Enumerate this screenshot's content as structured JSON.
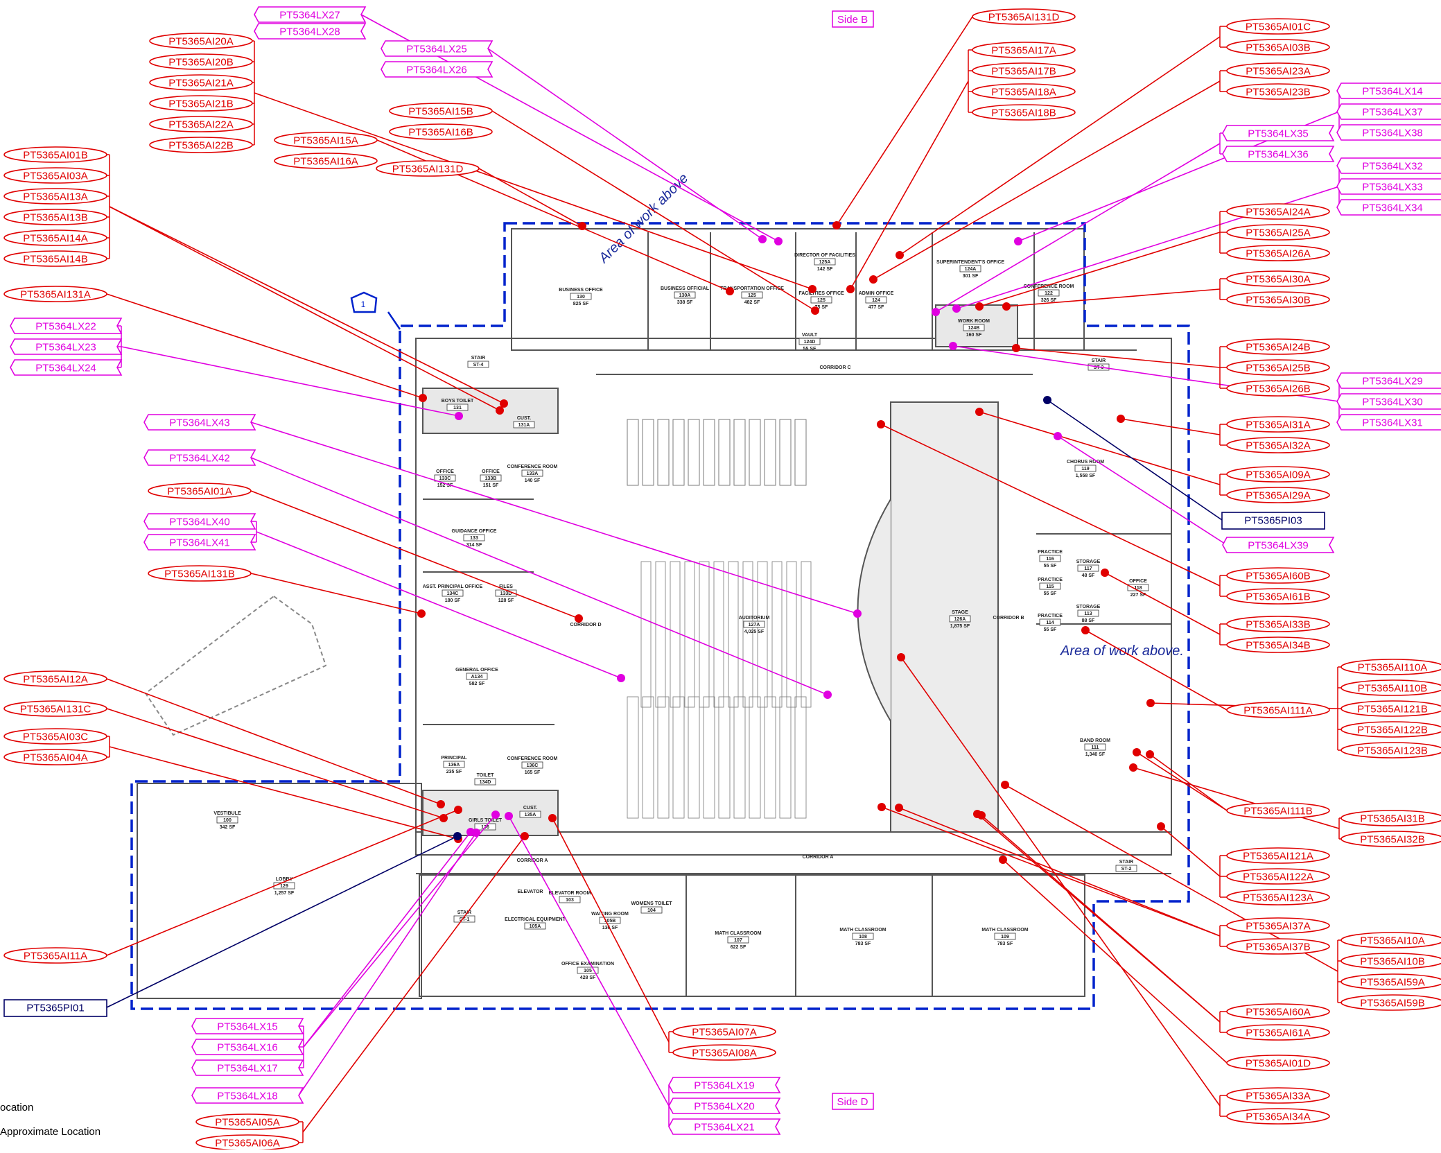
{
  "colors": {
    "ai": "#e00000",
    "lx": "#e000e0",
    "pi": "#000066",
    "boundary": "#0022cc",
    "plan": "#555555",
    "handwriting": "#1a2a9a"
  },
  "side_labels": {
    "top": "Side B",
    "bottom": "Side D"
  },
  "area_marker": "1",
  "handwritten": {
    "note1": "Area of work above",
    "note2": "Area of work above."
  },
  "legend_partial": [
    "ocation",
    "Approximate Location"
  ],
  "rooms": [
    {
      "id": "r1",
      "name": "BUSINESS OFFICE",
      "num": "130",
      "area": "825 SF"
    },
    {
      "id": "r2",
      "name": "BUSINESS OFFICIAL",
      "num": "130A",
      "area": "338 SF"
    },
    {
      "id": "r3",
      "name": "TRANSPORTATION OFFICE",
      "num": "125",
      "area": "482 SF"
    },
    {
      "id": "r4",
      "name": "DIRECTOR OF FACILITIES",
      "num": "125A",
      "area": "142 SF"
    },
    {
      "id": "r5",
      "name": "FACILITIES OFFICE",
      "num": "125",
      "area": "75 SF"
    },
    {
      "id": "r6",
      "name": "VAULT",
      "num": "124D",
      "area": "55 SF"
    },
    {
      "id": "r7",
      "name": "ADMIN OFFICE",
      "num": "124",
      "area": "477 SF"
    },
    {
      "id": "r8",
      "name": "SUPERINTENDENT'S OFFICE",
      "num": "124A",
      "area": "301 SF"
    },
    {
      "id": "r9",
      "name": "CONFERENCE ROOM",
      "num": "122",
      "area": "326 SF"
    },
    {
      "id": "r10",
      "name": "WORK ROOM",
      "num": "124B",
      "area": "160 SF"
    },
    {
      "id": "r11",
      "name": "CORRIDOR C",
      "num": "",
      "area": ""
    },
    {
      "id": "r12",
      "name": "STAIR",
      "num": "ST-4",
      "area": ""
    },
    {
      "id": "r13",
      "name": "STAIR",
      "num": "ST-3",
      "area": ""
    },
    {
      "id": "r14",
      "name": "OFFICE",
      "num": "133C",
      "area": "152 SF"
    },
    {
      "id": "r15",
      "name": "OFFICE",
      "num": "133B",
      "area": "151 SF"
    },
    {
      "id": "r16",
      "name": "CONFERENCE ROOM",
      "num": "133A",
      "area": "140 SF"
    },
    {
      "id": "r17",
      "name": "GUIDANCE OFFICE",
      "num": "133",
      "area": "314 SF"
    },
    {
      "id": "r18",
      "name": "ASST. PRINCIPAL OFFICE",
      "num": "134C",
      "area": "180 SF"
    },
    {
      "id": "r19",
      "name": "FILES",
      "num": "133D",
      "area": "128 SF"
    },
    {
      "id": "r20",
      "name": "CORRIDOR D",
      "num": "",
      "area": ""
    },
    {
      "id": "r21",
      "name": "GENERAL OFFICE",
      "num": "A134",
      "area": "582 SF"
    },
    {
      "id": "r22",
      "name": "PRINCIPAL",
      "num": "136A",
      "area": "235 SF"
    },
    {
      "id": "r23",
      "name": "CONFERENCE ROOM",
      "num": "136C",
      "area": "165 SF"
    },
    {
      "id": "r24",
      "name": "AUDITORIUM",
      "num": "127A",
      "area": "4,025 SF"
    },
    {
      "id": "r25",
      "name": "STAGE",
      "num": "126A",
      "area": "1,875 SF"
    },
    {
      "id": "r26",
      "name": "CORRIDOR B",
      "num": "",
      "area": ""
    },
    {
      "id": "r27",
      "name": "CHORUS ROOM",
      "num": "119",
      "area": "1,558 SF"
    },
    {
      "id": "r28",
      "name": "PRACTICE",
      "num": "116",
      "area": "55 SF"
    },
    {
      "id": "r29",
      "name": "PRACTICE",
      "num": "115",
      "area": "55 SF"
    },
    {
      "id": "r30",
      "name": "PRACTICE",
      "num": "114",
      "area": "55 SF"
    },
    {
      "id": "r31",
      "name": "STORAGE",
      "num": "117",
      "area": "48 SF"
    },
    {
      "id": "r32",
      "name": "OFFICE",
      "num": "118",
      "area": "227 SF"
    },
    {
      "id": "r33",
      "name": "STORAGE",
      "num": "113",
      "area": "88 SF"
    },
    {
      "id": "r34",
      "name": "BAND ROOM",
      "num": "111",
      "area": "1,340 SF"
    },
    {
      "id": "r35",
      "name": "VESTIBULE",
      "num": "100",
      "area": "342 SF"
    },
    {
      "id": "r36",
      "name": "LOBBY",
      "num": "129",
      "area": "1,257 SF"
    },
    {
      "id": "r37",
      "name": "CORRIDOR A",
      "num": "",
      "area": ""
    },
    {
      "id": "r38",
      "name": "CORRIDOR A",
      "num": "",
      "area": ""
    },
    {
      "id": "r39",
      "name": "STAIR",
      "num": "ST-1",
      "area": ""
    },
    {
      "id": "r40",
      "name": "ELEVATOR",
      "num": "",
      "area": ""
    },
    {
      "id": "r41",
      "name": "ELEVATOR ROOM",
      "num": "103",
      "area": ""
    },
    {
      "id": "r42",
      "name": "ELECTRICAL EQUIPMENT",
      "num": "105A",
      "area": ""
    },
    {
      "id": "r43",
      "name": "WAITING ROOM",
      "num": "105B",
      "area": "136 SF"
    },
    {
      "id": "r44",
      "name": "WOMENS TOILET",
      "num": "104",
      "area": ""
    },
    {
      "id": "r45",
      "name": "OFFICE EXAMINATION",
      "num": "105",
      "area": "428 SF"
    },
    {
      "id": "r46",
      "name": "MATH CLASSROOM",
      "num": "107",
      "area": "622 SF"
    },
    {
      "id": "r47",
      "name": "MATH CLASSROOM",
      "num": "108",
      "area": "783 SF"
    },
    {
      "id": "r48",
      "name": "MATH CLASSROOM",
      "num": "109",
      "area": "783 SF"
    },
    {
      "id": "r49",
      "name": "STAIR",
      "num": "ST-2",
      "area": ""
    },
    {
      "id": "r50",
      "name": "BOYS TOILET",
      "num": "131",
      "area": ""
    },
    {
      "id": "r51",
      "name": "CUST.",
      "num": "131A",
      "area": ""
    },
    {
      "id": "r52",
      "name": "GIRLS TOILET",
      "num": "136",
      "area": ""
    },
    {
      "id": "r53",
      "name": "CUST.",
      "num": "135A",
      "area": ""
    },
    {
      "id": "r54",
      "name": "TOILET",
      "num": "134D",
      "area": ""
    }
  ],
  "tags": [
    {
      "id": "t1",
      "text": "PT5364LX27",
      "kind": "lx"
    },
    {
      "id": "t2",
      "text": "PT5364LX28",
      "kind": "lx"
    },
    {
      "id": "t3",
      "text": "PT5365AI20A",
      "kind": "ai"
    },
    {
      "id": "t4",
      "text": "PT5365AI20B",
      "kind": "ai"
    },
    {
      "id": "t5",
      "text": "PT5365AI21A",
      "kind": "ai"
    },
    {
      "id": "t6",
      "text": "PT5365AI21B",
      "kind": "ai"
    },
    {
      "id": "t7",
      "text": "PT5365AI22A",
      "kind": "ai"
    },
    {
      "id": "t8",
      "text": "PT5365AI22B",
      "kind": "ai"
    },
    {
      "id": "t9",
      "text": "PT5364LX25",
      "kind": "lx"
    },
    {
      "id": "t10",
      "text": "PT5364LX26",
      "kind": "lx"
    },
    {
      "id": "t11",
      "text": "PT5365AI15B",
      "kind": "ai"
    },
    {
      "id": "t12",
      "text": "PT5365AI16B",
      "kind": "ai"
    },
    {
      "id": "t13",
      "text": "PT5365AI15A",
      "kind": "ai"
    },
    {
      "id": "t14",
      "text": "PT5365AI16A",
      "kind": "ai"
    },
    {
      "id": "t15",
      "text": "PT5365AI131D",
      "kind": "ai"
    },
    {
      "id": "t16",
      "text": "PT5365AI131D",
      "kind": "ai"
    },
    {
      "id": "t17",
      "text": "PT5365AI17A",
      "kind": "ai"
    },
    {
      "id": "t18",
      "text": "PT5365AI17B",
      "kind": "ai"
    },
    {
      "id": "t19",
      "text": "PT5365AI18A",
      "kind": "ai"
    },
    {
      "id": "t20",
      "text": "PT5365AI18B",
      "kind": "ai"
    },
    {
      "id": "t21",
      "text": "PT5365AI01C",
      "kind": "ai"
    },
    {
      "id": "t22",
      "text": "PT5365AI03B",
      "kind": "ai"
    },
    {
      "id": "t23",
      "text": "PT5365AI23A",
      "kind": "ai"
    },
    {
      "id": "t24",
      "text": "PT5365AI23B",
      "kind": "ai"
    },
    {
      "id": "t25",
      "text": "PT5364LX14",
      "kind": "lx"
    },
    {
      "id": "t26",
      "text": "PT5364LX37",
      "kind": "lx"
    },
    {
      "id": "t27",
      "text": "PT5364LX38",
      "kind": "lx"
    },
    {
      "id": "t28",
      "text": "PT5364LX35",
      "kind": "lx"
    },
    {
      "id": "t29",
      "text": "PT5364LX36",
      "kind": "lx"
    },
    {
      "id": "t30",
      "text": "PT5364LX32",
      "kind": "lx"
    },
    {
      "id": "t31",
      "text": "PT5364LX33",
      "kind": "lx"
    },
    {
      "id": "t32",
      "text": "PT5364LX34",
      "kind": "lx"
    },
    {
      "id": "t33",
      "text": "PT5365AI24A",
      "kind": "ai"
    },
    {
      "id": "t34",
      "text": "PT5365AI25A",
      "kind": "ai"
    },
    {
      "id": "t35",
      "text": "PT5365AI26A",
      "kind": "ai"
    },
    {
      "id": "t36",
      "text": "PT5365AI30A",
      "kind": "ai"
    },
    {
      "id": "t37",
      "text": "PT5365AI30B",
      "kind": "ai"
    },
    {
      "id": "t38",
      "text": "PT5365AI24B",
      "kind": "ai"
    },
    {
      "id": "t39",
      "text": "PT5365AI25B",
      "kind": "ai"
    },
    {
      "id": "t40",
      "text": "PT5365AI26B",
      "kind": "ai"
    },
    {
      "id": "t41",
      "text": "PT5364LX29",
      "kind": "lx"
    },
    {
      "id": "t42",
      "text": "PT5364LX30",
      "kind": "lx"
    },
    {
      "id": "t43",
      "text": "PT5364LX31",
      "kind": "lx"
    },
    {
      "id": "t44",
      "text": "PT5365AI31A",
      "kind": "ai"
    },
    {
      "id": "t45",
      "text": "PT5365AI32A",
      "kind": "ai"
    },
    {
      "id": "t46",
      "text": "PT5365AI09A",
      "kind": "ai"
    },
    {
      "id": "t47",
      "text": "PT5365AI29A",
      "kind": "ai"
    },
    {
      "id": "t48",
      "text": "PT5365PI03",
      "kind": "pi"
    },
    {
      "id": "t49",
      "text": "PT5364LX39",
      "kind": "lx"
    },
    {
      "id": "t50",
      "text": "PT5365AI60B",
      "kind": "ai"
    },
    {
      "id": "t51",
      "text": "PT5365AI61B",
      "kind": "ai"
    },
    {
      "id": "t52",
      "text": "PT5365AI33B",
      "kind": "ai"
    },
    {
      "id": "t53",
      "text": "PT5365AI34B",
      "kind": "ai"
    },
    {
      "id": "t54",
      "text": "PT5365AI110A",
      "kind": "ai"
    },
    {
      "id": "t55",
      "text": "PT5365AI110B",
      "kind": "ai"
    },
    {
      "id": "t56",
      "text": "PT5365AI121B",
      "kind": "ai"
    },
    {
      "id": "t57",
      "text": "PT5365AI122B",
      "kind": "ai"
    },
    {
      "id": "t58",
      "text": "PT5365AI123B",
      "kind": "ai"
    },
    {
      "id": "t59",
      "text": "PT5365AI111A",
      "kind": "ai"
    },
    {
      "id": "t60",
      "text": "PT5365AI111B",
      "kind": "ai"
    },
    {
      "id": "t61",
      "text": "PT5365AI31B",
      "kind": "ai"
    },
    {
      "id": "t62",
      "text": "PT5365AI32B",
      "kind": "ai"
    },
    {
      "id": "t63",
      "text": "PT5365AI121A",
      "kind": "ai"
    },
    {
      "id": "t64",
      "text": "PT5365AI122A",
      "kind": "ai"
    },
    {
      "id": "t65",
      "text": "PT5365AI123A",
      "kind": "ai"
    },
    {
      "id": "t66",
      "text": "PT5365AI37A",
      "kind": "ai"
    },
    {
      "id": "t67",
      "text": "PT5365AI37B",
      "kind": "ai"
    },
    {
      "id": "t68",
      "text": "PT5365AI10A",
      "kind": "ai"
    },
    {
      "id": "t69",
      "text": "PT5365AI10B",
      "kind": "ai"
    },
    {
      "id": "t70",
      "text": "PT5365AI59A",
      "kind": "ai"
    },
    {
      "id": "t71",
      "text": "PT5365AI59B",
      "kind": "ai"
    },
    {
      "id": "t72",
      "text": "PT5365AI60A",
      "kind": "ai"
    },
    {
      "id": "t73",
      "text": "PT5365AI61A",
      "kind": "ai"
    },
    {
      "id": "t74",
      "text": "PT5365AI01D",
      "kind": "ai"
    },
    {
      "id": "t75",
      "text": "PT5365AI33A",
      "kind": "ai"
    },
    {
      "id": "t76",
      "text": "PT5365AI34A",
      "kind": "ai"
    },
    {
      "id": "t77",
      "text": "PT5365AI01B",
      "kind": "ai"
    },
    {
      "id": "t78",
      "text": "PT5365AI03A",
      "kind": "ai"
    },
    {
      "id": "t79",
      "text": "PT5365AI13A",
      "kind": "ai"
    },
    {
      "id": "t80",
      "text": "PT5365AI13B",
      "kind": "ai"
    },
    {
      "id": "t81",
      "text": "PT5365AI14A",
      "kind": "ai"
    },
    {
      "id": "t82",
      "text": "PT5365AI14B",
      "kind": "ai"
    },
    {
      "id": "t83",
      "text": "PT5365AI131A",
      "kind": "ai"
    },
    {
      "id": "t84",
      "text": "PT5364LX22",
      "kind": "lx"
    },
    {
      "id": "t85",
      "text": "PT5364LX23",
      "kind": "lx"
    },
    {
      "id": "t86",
      "text": "PT5364LX24",
      "kind": "lx"
    },
    {
      "id": "t87",
      "text": "PT5364LX43",
      "kind": "lx"
    },
    {
      "id": "t88",
      "text": "PT5364LX42",
      "kind": "lx"
    },
    {
      "id": "t89",
      "text": "PT5365AI01A",
      "kind": "ai"
    },
    {
      "id": "t90",
      "text": "PT5364LX40",
      "kind": "lx"
    },
    {
      "id": "t91",
      "text": "PT5364LX41",
      "kind": "lx"
    },
    {
      "id": "t92",
      "text": "PT5365AI131B",
      "kind": "ai"
    },
    {
      "id": "t93",
      "text": "PT5365AI12A",
      "kind": "ai"
    },
    {
      "id": "t94",
      "text": "PT5365AI131C",
      "kind": "ai"
    },
    {
      "id": "t95",
      "text": "PT5365AI03C",
      "kind": "ai"
    },
    {
      "id": "t96",
      "text": "PT5365AI04A",
      "kind": "ai"
    },
    {
      "id": "t97",
      "text": "PT5365AI11A",
      "kind": "ai"
    },
    {
      "id": "t98",
      "text": "PT5365PI01",
      "kind": "pi"
    },
    {
      "id": "t99",
      "text": "PT5364LX15",
      "kind": "lx"
    },
    {
      "id": "t100",
      "text": "PT5364LX16",
      "kind": "lx"
    },
    {
      "id": "t101",
      "text": "PT5364LX17",
      "kind": "lx"
    },
    {
      "id": "t102",
      "text": "PT5364LX18",
      "kind": "lx"
    },
    {
      "id": "t103",
      "text": "PT5365AI05A",
      "kind": "ai"
    },
    {
      "id": "t104",
      "text": "PT5365AI06A",
      "kind": "ai"
    },
    {
      "id": "t105",
      "text": "PT5365AI07A",
      "kind": "ai"
    },
    {
      "id": "t106",
      "text": "PT5365AI08A",
      "kind": "ai"
    },
    {
      "id": "t107",
      "text": "PT5364LX19",
      "kind": "lx"
    },
    {
      "id": "t108",
      "text": "PT5364LX20",
      "kind": "lx"
    },
    {
      "id": "t109",
      "text": "PT5364LX21",
      "kind": "lx"
    }
  ]
}
